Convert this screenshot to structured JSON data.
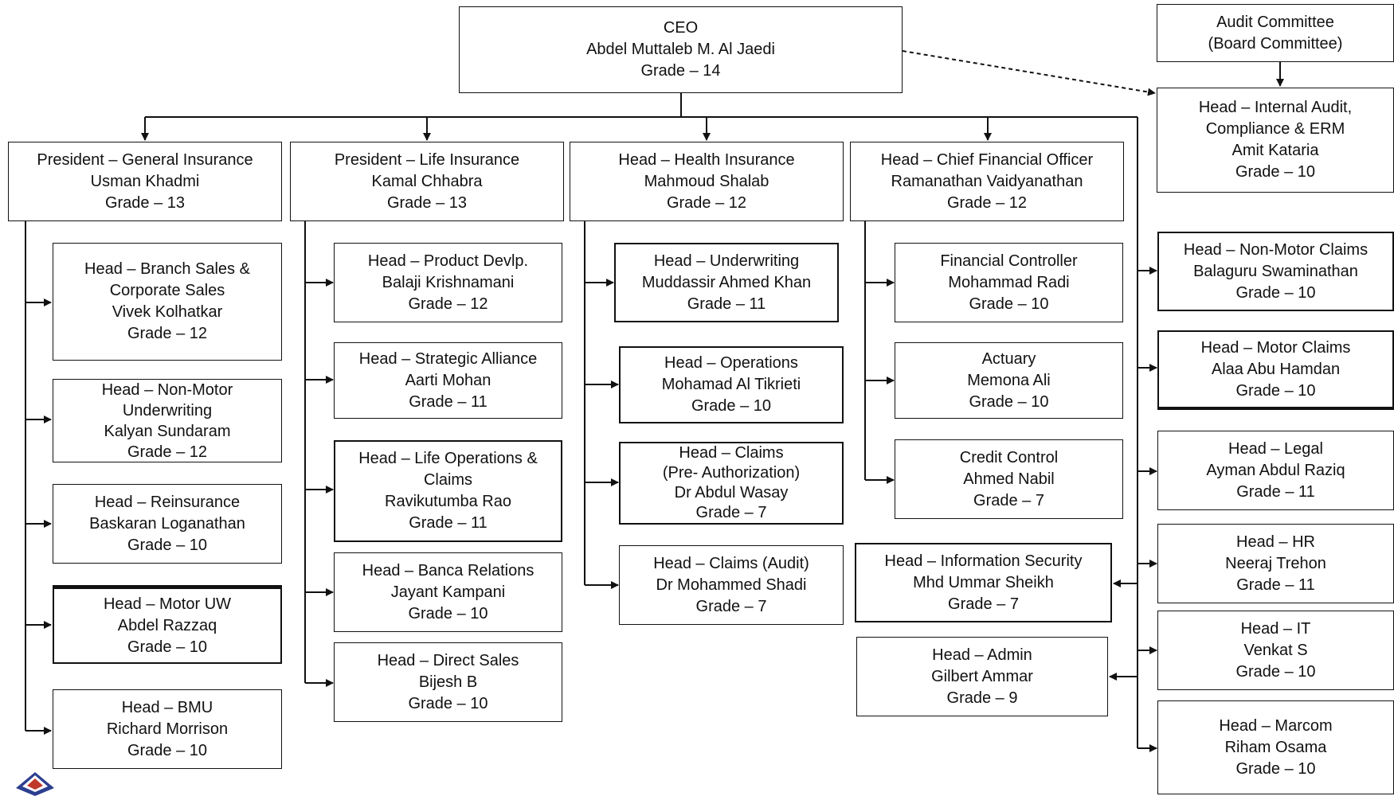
{
  "ceo": {
    "line1": "CEO",
    "name": "Abdel Muttaleb M. Al Jaedi",
    "grade": "Grade – 14"
  },
  "audit_committee": {
    "line1": "Audit Committee",
    "line2": "(Board Committee)"
  },
  "internal_audit": {
    "line1": "Head – Internal Audit,",
    "line2": "Compliance & ERM",
    "name": "Amit Kataria",
    "grade": "Grade – 10"
  },
  "general": {
    "head": {
      "title": "President – General Insurance",
      "name": "Usman Khadmi",
      "grade": "Grade – 13"
    },
    "reports": [
      {
        "title": "Head – Branch Sales & Corporate Sales",
        "name": "Vivek Kolhatkar",
        "grade": "Grade – 12"
      },
      {
        "title": "Head – Non-Motor Underwriting",
        "name": "Kalyan Sundaram",
        "grade": "Grade – 12"
      },
      {
        "title": "Head – Reinsurance",
        "name": "Baskaran Loganathan",
        "grade": "Grade – 10"
      },
      {
        "title": "Head – Motor UW",
        "name": "Abdel Razzaq",
        "grade": "Grade – 10"
      },
      {
        "title": "Head – BMU",
        "name": "Richard Morrison",
        "grade": "Grade – 10"
      }
    ]
  },
  "life": {
    "head": {
      "title": "President – Life Insurance",
      "name": "Kamal Chhabra",
      "grade": "Grade – 13"
    },
    "reports": [
      {
        "title": "Head – Product Devlp.",
        "name": "Balaji Krishnamani",
        "grade": "Grade – 12"
      },
      {
        "title": "Head – Strategic Alliance",
        "name": "Aarti Mohan",
        "grade": "Grade – 11"
      },
      {
        "title": "Head – Life Operations & Claims",
        "name": "Ravikutumba Rao",
        "grade": "Grade – 11"
      },
      {
        "title": "Head – Banca Relations",
        "name": "Jayant Kampani",
        "grade": "Grade – 10"
      },
      {
        "title": "Head – Direct Sales",
        "name": "Bijesh B",
        "grade": "Grade – 10"
      }
    ]
  },
  "health": {
    "head": {
      "title": "Head – Health Insurance",
      "name": "Mahmoud Shalab",
      "grade": "Grade – 12"
    },
    "reports": [
      {
        "title": "Head – Underwriting",
        "name": "Muddassir Ahmed Khan",
        "grade": "Grade – 11"
      },
      {
        "title": "Head – Operations",
        "name": "Mohamad Al Tikrieti",
        "grade": "Grade – 10"
      },
      {
        "title": "Head – Claims",
        "title2": "(Pre- Authorization)",
        "name": "Dr Abdul Wasay",
        "grade": "Grade – 7"
      },
      {
        "title": "Head – Claims (Audit)",
        "name": "Dr Mohammed Shadi",
        "grade": "Grade – 7"
      }
    ]
  },
  "finance": {
    "head": {
      "title": "Head – Chief Financial Officer",
      "name": "Ramanathan Vaidyanathan",
      "grade": "Grade – 12"
    },
    "reports": [
      {
        "title": "Financial Controller",
        "name": "Mohammad Radi",
        "grade": "Grade – 10"
      },
      {
        "title": "Actuary",
        "name": "Memona Ali",
        "grade": "Grade – 10"
      },
      {
        "title": "Credit Control",
        "name": "Ahmed Nabil",
        "grade": "Grade – 7"
      }
    ]
  },
  "other": [
    {
      "title": "Head – Information Security",
      "name": "Mhd Ummar Sheikh",
      "grade": "Grade – 7"
    },
    {
      "title": "Head – Admin",
      "name": "Gilbert Ammar",
      "grade": "Grade – 9"
    }
  ],
  "right": [
    {
      "title": "Head – Non-Motor Claims",
      "name": "Balaguru Swaminathan",
      "grade": "Grade – 10"
    },
    {
      "title": "Head – Motor Claims",
      "name": "Alaa Abu Hamdan",
      "grade": "Grade – 10"
    },
    {
      "title": "Head – Legal",
      "name": "Ayman Abdul Raziq",
      "grade": "Grade – 11"
    },
    {
      "title": "Head – HR",
      "name": "Neeraj Trehon",
      "grade": "Grade – 11"
    },
    {
      "title": "Head – IT",
      "name": "Venkat S",
      "grade": "Grade – 10"
    },
    {
      "title": "Head – Marcom",
      "name": "Riham Osama",
      "grade": "Grade – 10"
    }
  ],
  "colors": {
    "line": "#111111",
    "logo_red": "#c0392b",
    "logo_blue": "#2c3e8f"
  }
}
